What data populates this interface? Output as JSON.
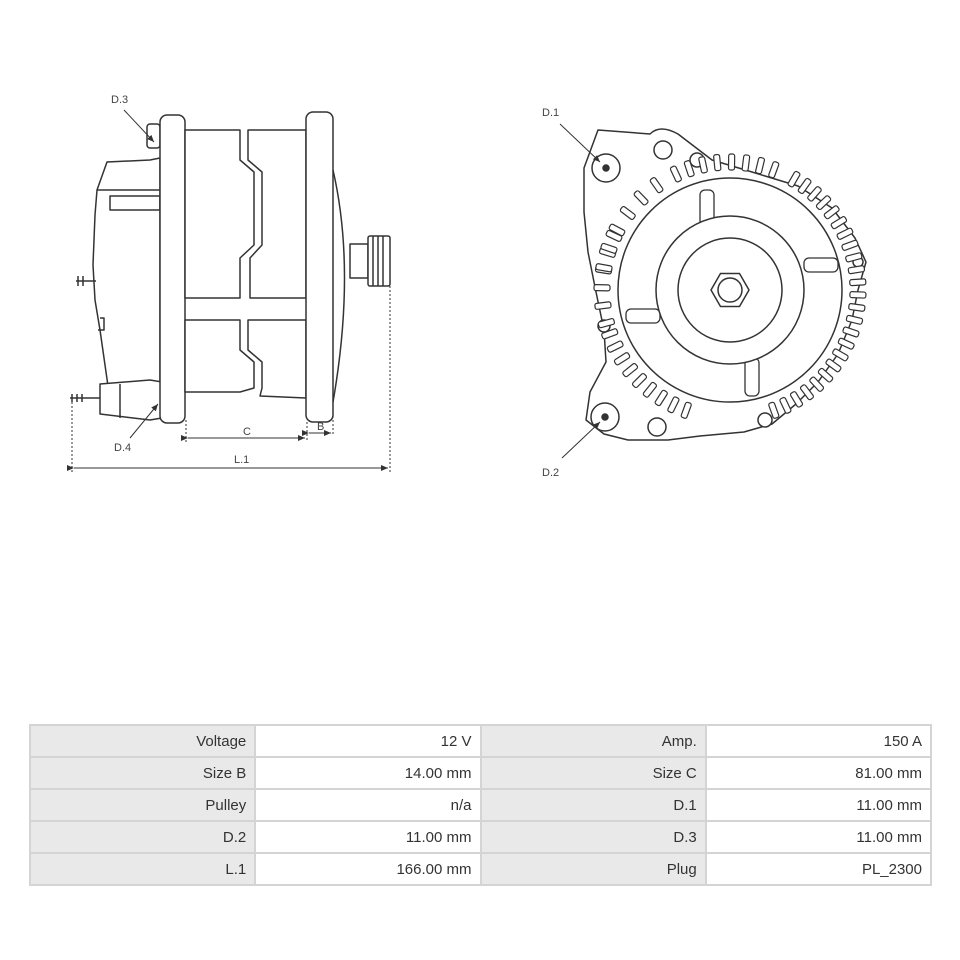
{
  "diagram": {
    "side_view": {
      "labels": {
        "d3": "D.3",
        "d4": "D.4",
        "c": "C",
        "b": "B",
        "l1": "L.1"
      }
    },
    "front_view": {
      "labels": {
        "d1": "D.1",
        "d2": "D.2"
      }
    }
  },
  "specs": {
    "rows": [
      {
        "k1": "Voltage",
        "v1": "12 V",
        "k2": "Amp.",
        "v2": "150 A"
      },
      {
        "k1": "Size B",
        "v1": "14.00 mm",
        "k2": "Size C",
        "v2": "81.00 mm"
      },
      {
        "k1": "Pulley",
        "v1": "n/a",
        "k2": "D.1",
        "v2": "11.00 mm"
      },
      {
        "k1": "D.2",
        "v1": "11.00 mm",
        "k2": "D.3",
        "v2": "11.00 mm"
      },
      {
        "k1": "L.1",
        "v1": "166.00 mm",
        "k2": "Plug",
        "v2": "PL_2300"
      }
    ]
  }
}
